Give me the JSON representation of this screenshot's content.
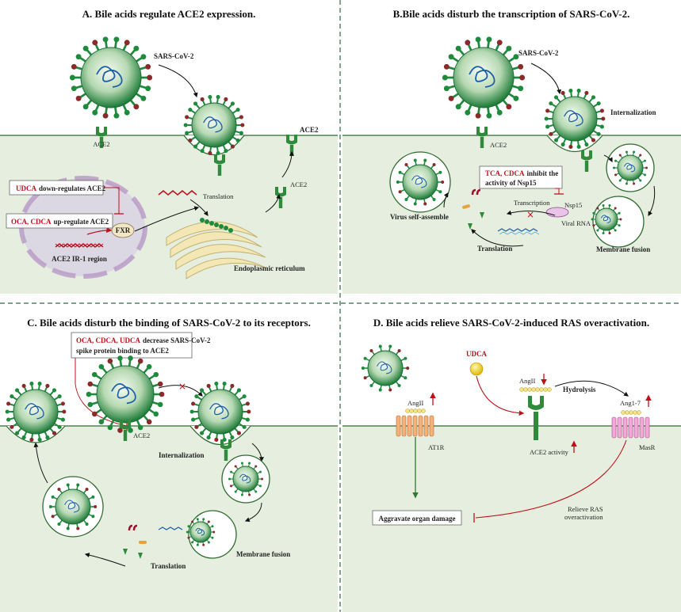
{
  "panels": {
    "a": {
      "title": "A. Bile acids regulate ACE2 expression.",
      "sars": "SARS-CoV-2",
      "ace2_left": "ACE2",
      "ace2_right_top": "ACE2",
      "ace2_right_mid": "ACE2",
      "box1_red": "UDCA",
      "box1_rest": "down-regulates ACE2",
      "box2_red": "OCA,  CDCA",
      "box2_rest": "up-regulate ACE2",
      "fxr": "FXR",
      "translation": "Translation",
      "region": "ACE2 IR-1 region",
      "er": "Endoplasmic reticulum"
    },
    "b": {
      "title": "B.Bile acids disturb the transcription of SARS-CoV-2.",
      "sars": "SARS-CoV-2",
      "ace2": "ACE2",
      "internalization": "Internalization",
      "box_red": "TCA, CDCA",
      "box_rest1": "inhibit the",
      "box_rest2": "activity of Nsp15",
      "assemble": "Virus self-assemble",
      "transcription": "Transcription",
      "nsp15": "Nsp15",
      "viral_rna": "Viral RNA",
      "translation": "Translation",
      "membrane_fusion": "Membrane fusion"
    },
    "c": {
      "title": "C. Bile acids disturb the binding of SARS-CoV-2 to its receptors.",
      "box_red": "OCA, CDCA, UDCA",
      "box_rest1": "decrease SARS-CoV-2",
      "box_rest2": "spike protein binding to ACE2",
      "ace2": "ACE2",
      "internalization": "Internalization",
      "membrane_fusion": "Membrane fusion",
      "translation": "Translation"
    },
    "d": {
      "title": "D. Bile acids relieve SARS-CoV-2-induced RAS overactivation.",
      "udca": "UDCA",
      "angii_left": "AngII",
      "angii_mid": "AngII",
      "hydrolysis": "Hydrolysis",
      "ang17": "Ang1-7",
      "at1r": "AT1R",
      "ace2_activity": "ACE2  activity",
      "masr": "MasR",
      "relieve1": "Relieve RAS",
      "relieve2": "overactivation",
      "damage": "Aggravate organ damage"
    }
  },
  "colors": {
    "membrane": "#e6efdf",
    "membrane_line": "#2f6a2f",
    "virus": "#1e8a3c",
    "rna": "#1c5fa8",
    "red": "#c0101a",
    "divider": "#2f6a44"
  }
}
